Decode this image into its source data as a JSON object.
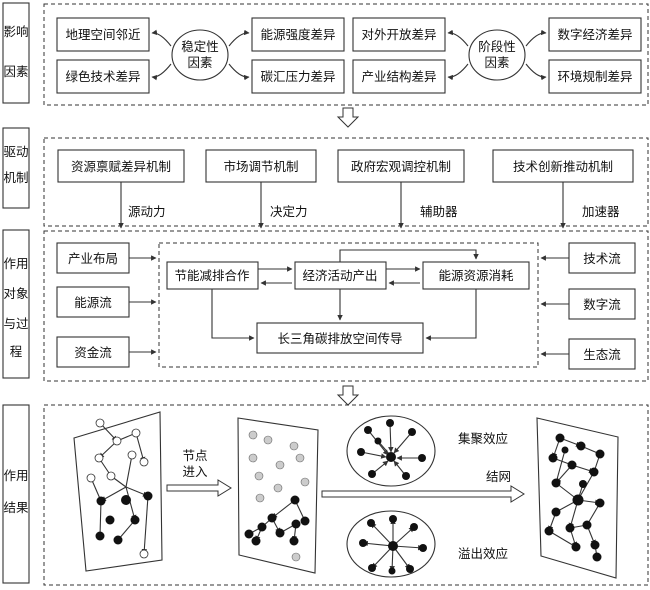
{
  "sections": {
    "influence": {
      "label_lines": [
        "影响",
        "因素"
      ]
    },
    "drive": {
      "label_lines": [
        "驱动",
        "机制"
      ]
    },
    "object": {
      "label_lines": [
        "作用",
        "对象",
        "与过",
        "程"
      ]
    },
    "result": {
      "label_lines": [
        "作用",
        "结果"
      ]
    }
  },
  "influence": {
    "left_factors": [
      "地理空间邻近",
      "绿色技术差异",
      "能源强度差异",
      "碳汇压力差异"
    ],
    "stable_circle": [
      "稳定性",
      "因素"
    ],
    "right_factors": [
      "对外开放差异",
      "产业结构差异",
      "数字经济差异",
      "环境规制差异"
    ],
    "phase_circle": [
      "阶段性",
      "因素"
    ]
  },
  "drive": {
    "mechanisms": [
      "资源禀赋差异机制",
      "市场调节机制",
      "政府宏观调控机制",
      "技术创新推动机制"
    ],
    "forces": [
      "源动力",
      "决定力",
      "辅助器",
      "加速器"
    ]
  },
  "object": {
    "left_items": [
      "产业布局",
      "能源流",
      "资金流"
    ],
    "right_items": [
      "技术流",
      "数字流",
      "生态流"
    ],
    "center": {
      "saving": "节能减排合作",
      "economy": "经济活动产出",
      "energy": "能源资源消耗",
      "transfer": "长三角碳排放空间传导"
    }
  },
  "result": {
    "node_entry": [
      "节点",
      "进入"
    ],
    "cluster": "集聚效应",
    "network": "结网",
    "spillover": "溢出效应"
  }
}
